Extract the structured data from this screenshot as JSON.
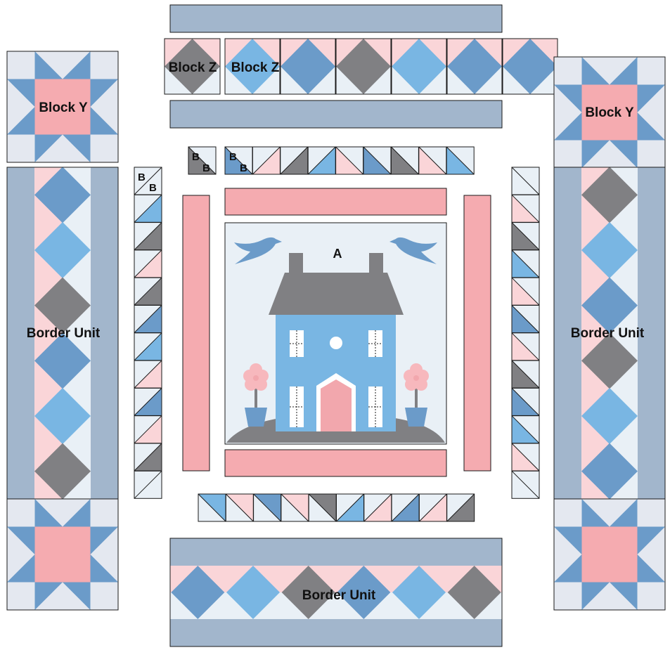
{
  "labels": {
    "center_block": "A",
    "hst_unit": "B",
    "block_y": "Block Y",
    "block_z": "Block Z",
    "border_unit": "Border Unit"
  },
  "colors": {
    "pink": "#f5abb0",
    "light_pink": "#fad5d8",
    "blue": "#6b9bc9",
    "light_blue": "#79b6e3",
    "gray": "#808083",
    "pale": "#e9f0f6",
    "pale_gray": "#e4e8f0",
    "border_blue": "#a2b6cc",
    "door_pink": "#f2a7ad",
    "flower_pink": "#f7b8bd",
    "white": "#ffffff",
    "outline": "#1a1a1a"
  }
}
